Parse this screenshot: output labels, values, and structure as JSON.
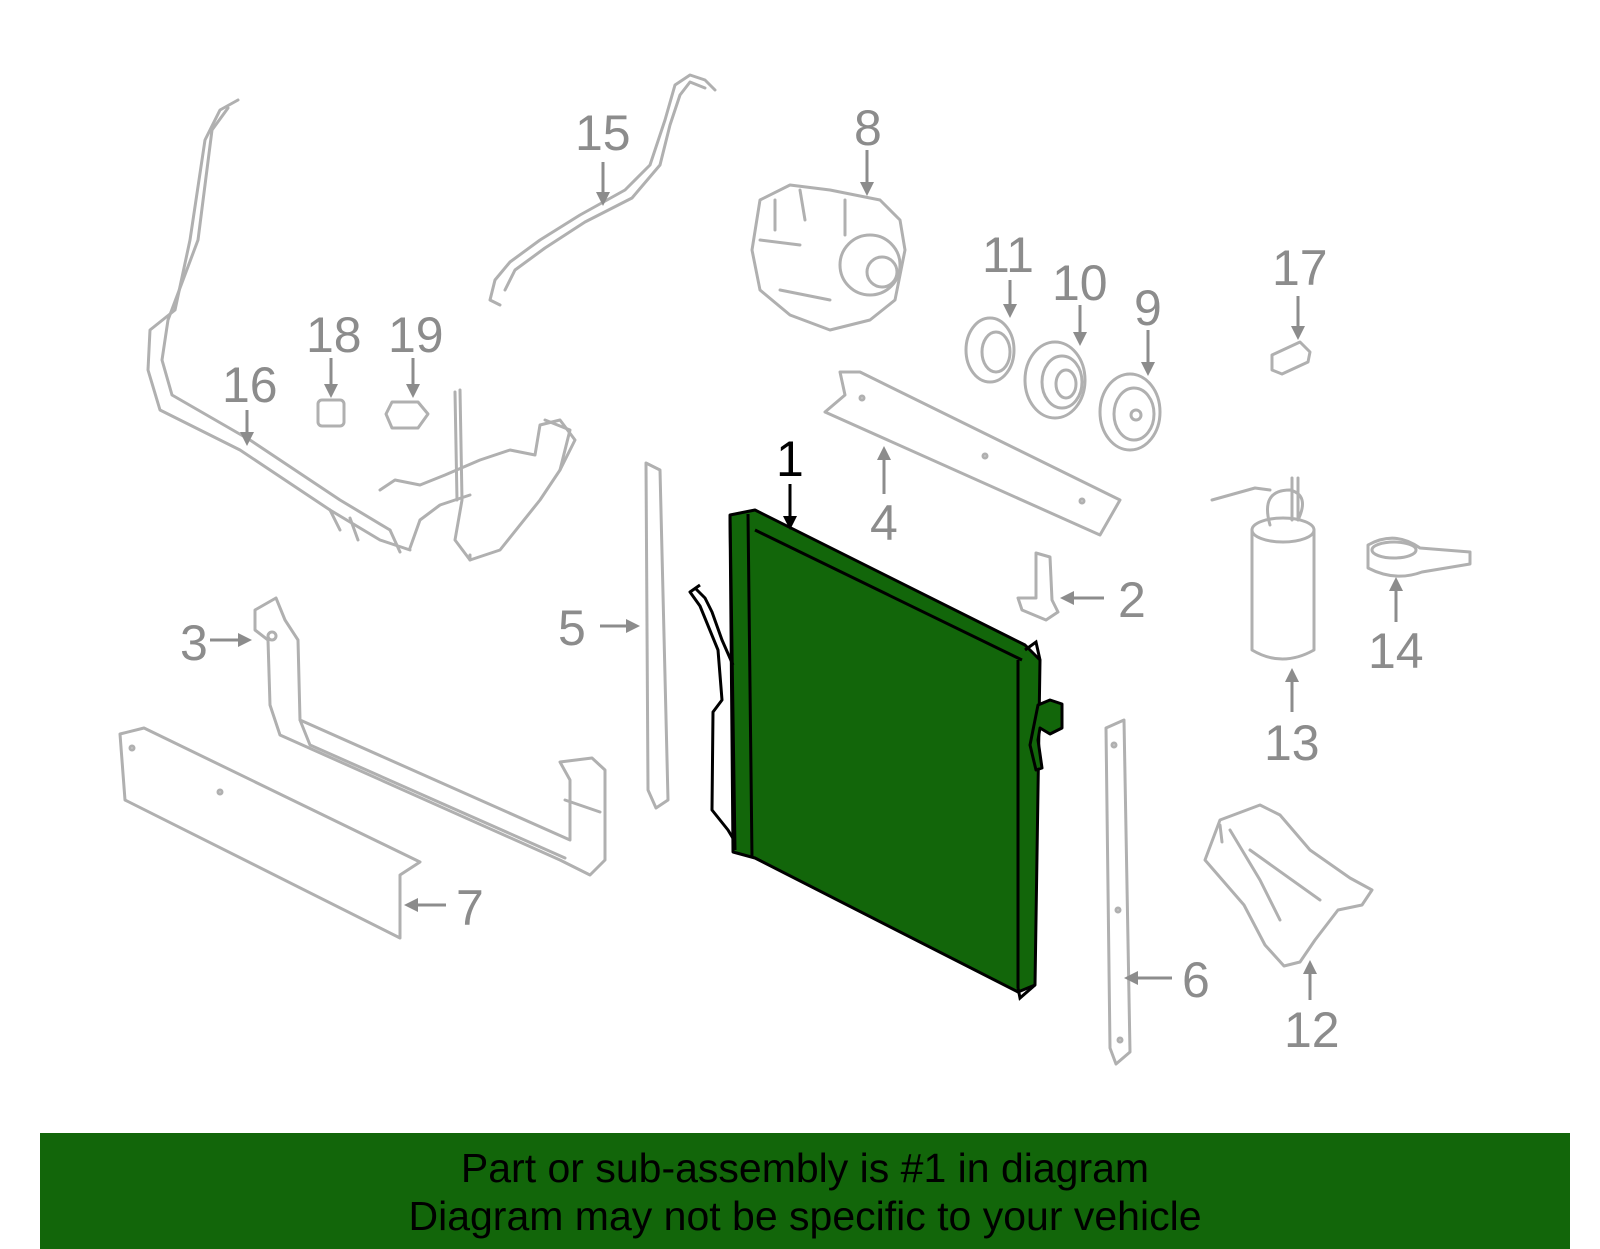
{
  "callouts": {
    "c1": "1",
    "c2": "2",
    "c3": "3",
    "c4": "4",
    "c5": "5",
    "c6": "6",
    "c7": "7",
    "c8": "8",
    "c9": "9",
    "c10": "10",
    "c11": "11",
    "c12": "12",
    "c13": "13",
    "c14": "14",
    "c15": "15",
    "c16": "16",
    "c17": "17",
    "c18": "18",
    "c19": "19"
  },
  "highlighted_part": "1",
  "colors": {
    "highlight": "#12660a",
    "line_art": "#b0b0b0",
    "callout_text": "#8c8c8c"
  },
  "banner": {
    "line1": "Part or sub-assembly is #1 in diagram",
    "line2": "Diagram may not be specific to your vehicle"
  }
}
